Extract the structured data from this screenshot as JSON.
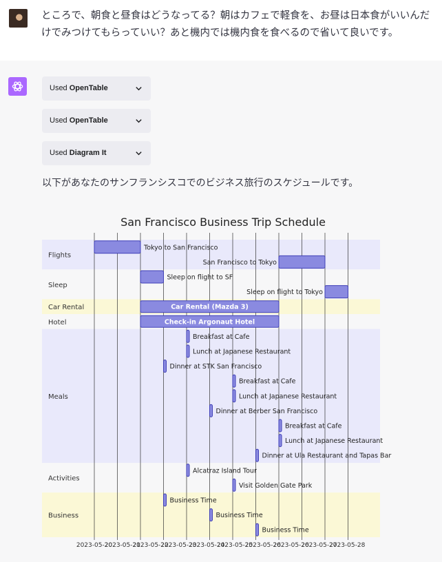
{
  "user_message": "ところで、朝食と昼食はどうなってる？朝はカフェで軽食を、お昼は日本食がいいんだけでみつけてもらっていい？あと機内では機内食を食べるので省いて良いです。",
  "tools": [
    {
      "prefix": "Used",
      "name": "OpenTable"
    },
    {
      "prefix": "Used",
      "name": "OpenTable"
    },
    {
      "prefix": "Used",
      "name": "Diagram It"
    }
  ],
  "intro_text": "以下があなたのサンフランシスコでのビジネス旅行のスケジュールです。",
  "chart_data": {
    "type": "gantt",
    "title": "San Francisco Business Trip Schedule",
    "x_ticks": [
      "2023-05-20",
      "2023-05-21",
      "2023-05-22",
      "2023-05-23",
      "2023-05-24",
      "2023-05-25",
      "2023-05-26",
      "2023-05-26",
      "2023-05-27",
      "2023-05-28"
    ],
    "sections": [
      {
        "name": "Flights",
        "color": "#e9e9fb",
        "tasks": [
          {
            "label": "Tokyo to San Francisco",
            "start": "2023-05-20",
            "end": "2023-05-22",
            "label_pos": "right"
          },
          {
            "label": "San Francisco to Tokyo",
            "start": "2023-05-28",
            "end": "2023-05-30",
            "label_pos": "left"
          }
        ]
      },
      {
        "name": "Sleep",
        "color": "#f7f7f8",
        "tasks": [
          {
            "label": "Sleep on flight to SF",
            "start": "2023-05-22",
            "end": "2023-05-23",
            "label_pos": "right"
          },
          {
            "label": "Sleep on flight to Tokyo",
            "start": "2023-05-30",
            "end": "2023-05-31",
            "label_pos": "left"
          }
        ]
      },
      {
        "name": "Car Rental",
        "color": "#fbf8d6",
        "tasks": [
          {
            "label": "Car Rental (Mazda 3)",
            "start": "2023-05-22",
            "end": "2023-05-28",
            "label_pos": "inside"
          }
        ]
      },
      {
        "name": "Hotel",
        "color": "#f7f7f8",
        "tasks": [
          {
            "label": "Check-in Argonaut Hotel",
            "start": "2023-05-22",
            "end": "2023-05-28",
            "label_pos": "inside"
          }
        ]
      },
      {
        "name": "Meals",
        "color": "#e9e9fb",
        "tasks": [
          {
            "label": "Breakfast at Cafe",
            "start": "2023-05-24",
            "end": "2023-05-24",
            "label_pos": "right"
          },
          {
            "label": "Lunch at Japanese Restaurant",
            "start": "2023-05-24",
            "end": "2023-05-24",
            "label_pos": "right"
          },
          {
            "label": "Dinner at STK San Francisco",
            "start": "2023-05-23",
            "end": "2023-05-23",
            "label_pos": "right"
          },
          {
            "label": "Breakfast at Cafe",
            "start": "2023-05-26",
            "end": "2023-05-26",
            "label_pos": "right"
          },
          {
            "label": "Lunch at Japanese Restaurant",
            "start": "2023-05-26",
            "end": "2023-05-26",
            "label_pos": "right"
          },
          {
            "label": "Dinner at Berber San Francisco",
            "start": "2023-05-25",
            "end": "2023-05-25",
            "label_pos": "right"
          },
          {
            "label": "Breakfast at Cafe",
            "start": "2023-05-28",
            "end": "2023-05-28",
            "label_pos": "right"
          },
          {
            "label": "Lunch at Japanese Restaurant",
            "start": "2023-05-28",
            "end": "2023-05-28",
            "label_pos": "right"
          },
          {
            "label": "Dinner at Ula Restaurant and Tapas Bar",
            "start": "2023-05-27",
            "end": "2023-05-27",
            "label_pos": "right"
          }
        ]
      },
      {
        "name": "Activities",
        "color": "#f7f7f8",
        "tasks": [
          {
            "label": "Alcatraz Island Tour",
            "start": "2023-05-24",
            "end": "2023-05-24",
            "label_pos": "right"
          },
          {
            "label": "Visit Golden Gate Park",
            "start": "2023-05-26",
            "end": "2023-05-26",
            "label_pos": "right"
          }
        ]
      },
      {
        "name": "Business",
        "color": "#fbf8d6",
        "tasks": [
          {
            "label": "Business Time",
            "start": "2023-05-23",
            "end": "2023-05-23",
            "label_pos": "right"
          },
          {
            "label": "Business Time",
            "start": "2023-05-25",
            "end": "2023-05-25",
            "label_pos": "right"
          },
          {
            "label": "Business Time",
            "start": "2023-05-27",
            "end": "2023-05-27",
            "label_pos": "right"
          }
        ]
      }
    ],
    "colors": {
      "bar_fill": "#8a8ae0",
      "bar_stroke": "#4040b8",
      "inside_label": "#ffffff",
      "grid": "#333333"
    }
  }
}
